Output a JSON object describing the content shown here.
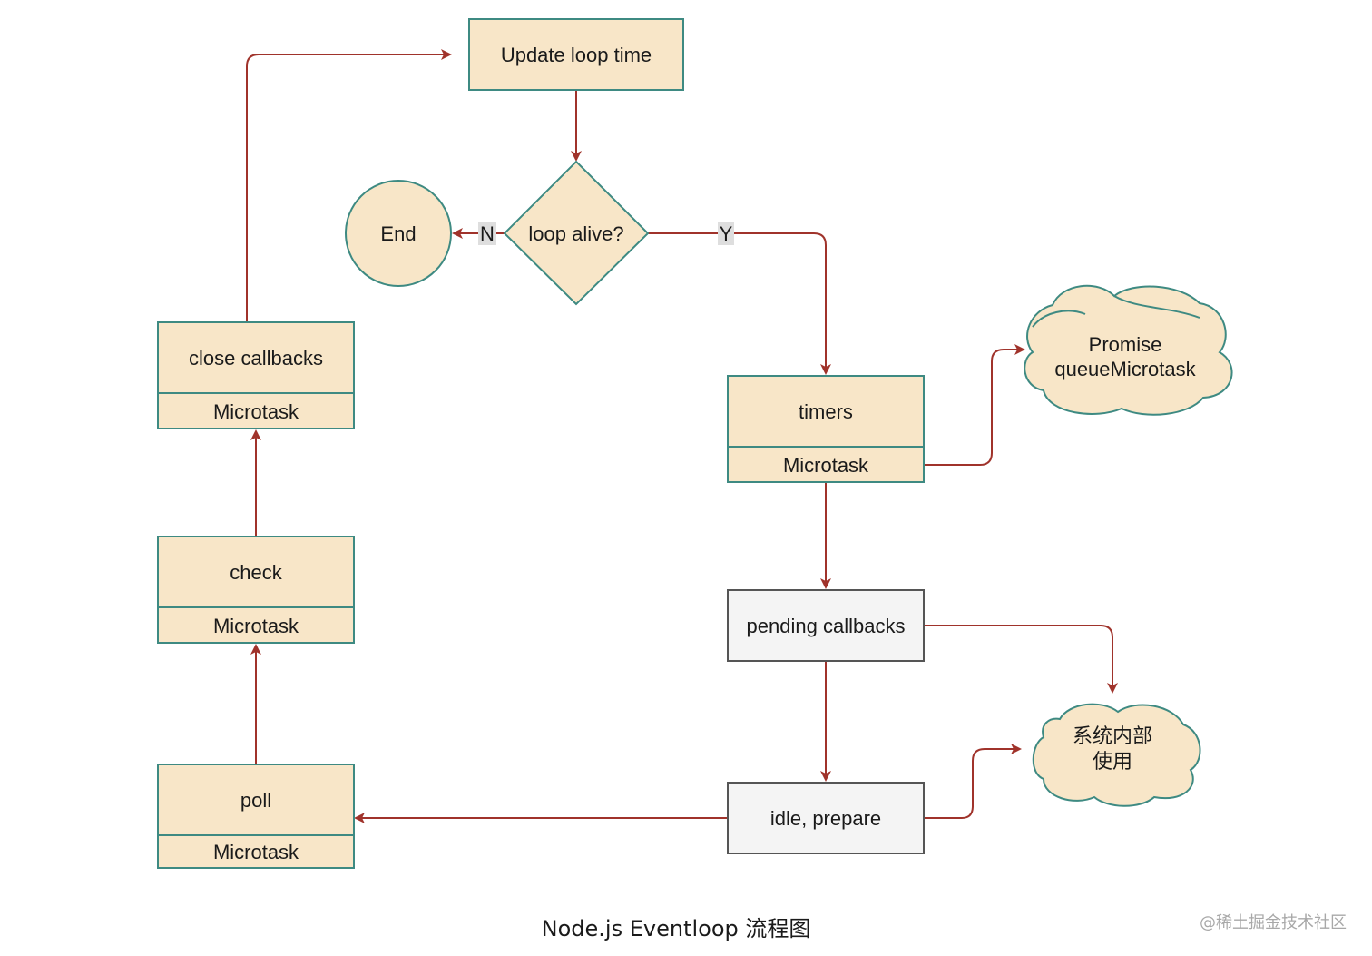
{
  "colors": {
    "phase_fill": "#f8e6c8",
    "phase_stroke": "#3e8a82",
    "system_fill": "#f4f4f4",
    "system_stroke": "#555555",
    "cloud_fill": "#f8e6c8",
    "cloud_stroke": "#3e8a82",
    "arrow": "#a0332b",
    "edge_label_bg": "#dedede"
  },
  "nodes": {
    "update_loop_time": "Update loop time",
    "loop_alive": "loop alive?",
    "end": "End",
    "timers": "timers",
    "timers_microtask": "Microtask",
    "pending_callbacks": "pending callbacks",
    "idle_prepare": "idle, prepare",
    "poll": "poll",
    "poll_microtask": "Microtask",
    "check": "check",
    "check_microtask": "Microtask",
    "close_callbacks": "close callbacks",
    "close_microtask": "Microtask",
    "promise_cloud_line1": "Promise",
    "promise_cloud_line2": "queueMicrotask",
    "internal_cloud_line1": "系统内部",
    "internal_cloud_line2": "使用"
  },
  "edge_labels": {
    "no": "N",
    "yes": "Y"
  },
  "caption": "Node.js Eventloop 流程图",
  "watermark": "@稀土掘金技术社区"
}
